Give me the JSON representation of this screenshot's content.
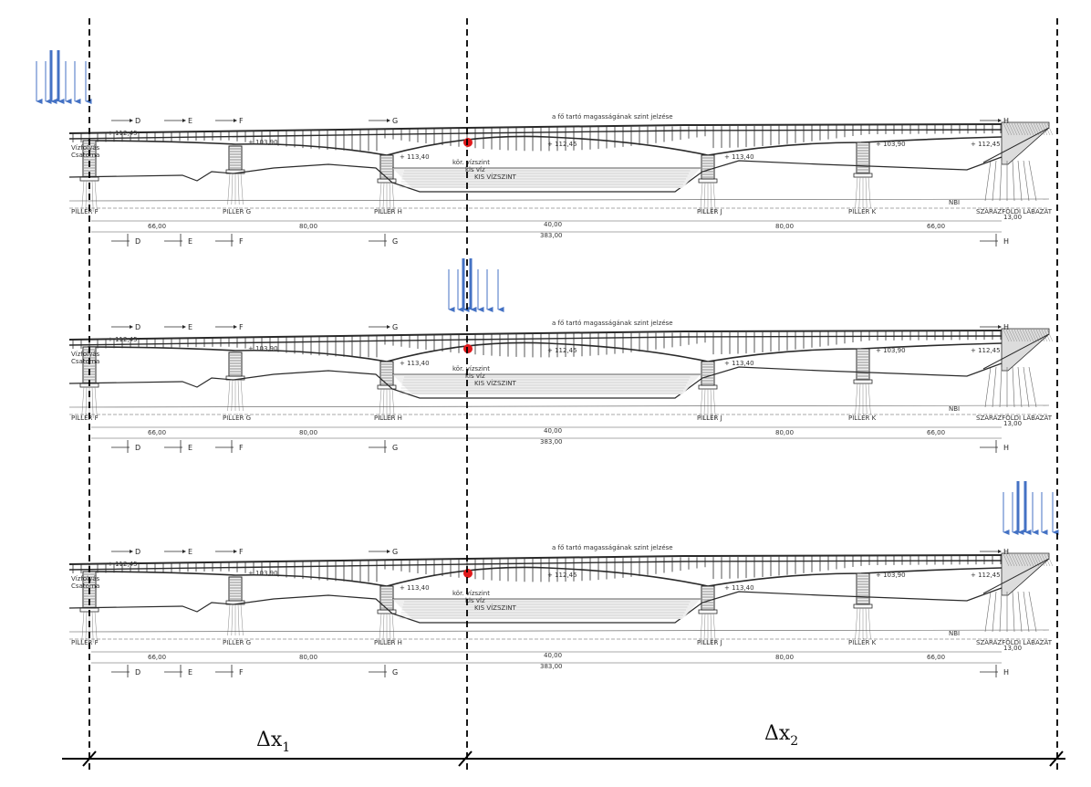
{
  "colors": {
    "arrow": "#4472c4",
    "marker": "#e0191b",
    "drawing": "#2a2a2a",
    "guide": "#000000"
  },
  "dimensions": {
    "dx1": "Δx",
    "dx1_sub": "1",
    "dx2": "Δx",
    "dx2_sub": "2"
  },
  "section_marks": [
    "D",
    "E",
    "F",
    "G",
    "H"
  ],
  "pier_labels": [
    "PILLÉR F",
    "PILLÉR G",
    "PILLÉR H",
    "PILLÉR J",
    "PILLÉR K",
    "SZÁRAZFÖLDI LÁBAZAT"
  ],
  "drawing_text": {
    "top_note": "a fő tartó magasságának szint jelzése",
    "level_1": "+ 112,45",
    "level_2": "+ 103,90",
    "level_3": "+ 113,40",
    "water_1": "kör. vízszint",
    "water_2": "kis víz",
    "water_3": "KIS VÍZSZINT",
    "span_a": "66,00",
    "span_b": "80,00",
    "span_c": "40,00",
    "total": "383,00",
    "left_tag_1": "Vízfolyás",
    "left_tag_2": "Csatorna",
    "mark_nb": "NBI",
    "dim_right": "13,00"
  },
  "panels": [
    {
      "name": "panel-load-left"
    },
    {
      "name": "panel-load-middle"
    },
    {
      "name": "panel-load-right"
    }
  ]
}
